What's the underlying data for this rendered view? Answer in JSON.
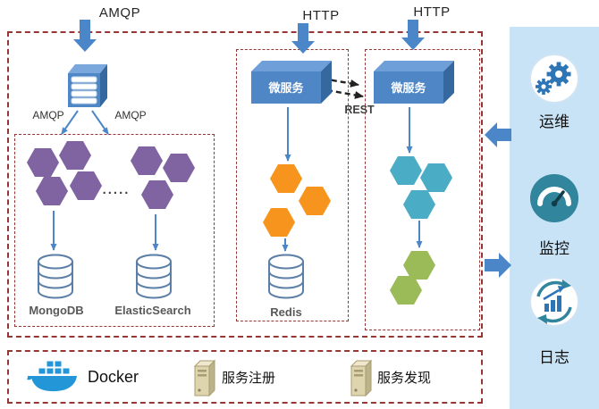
{
  "labels": {
    "amqp_top": "AMQP",
    "http_mid": "HTTP",
    "http_right": "HTTP",
    "amqp_left": "AMQP",
    "amqp_right": "AMQP",
    "rest": "REST",
    "dots": "....."
  },
  "services": {
    "middle": "微服务",
    "right": "微服务"
  },
  "databases": {
    "mongodb": "MongoDB",
    "elasticsearch": "ElasticSearch",
    "redis": "Redis"
  },
  "side_panel": {
    "ops": "运维",
    "monitor": "监控",
    "logs": "日志"
  },
  "legend": {
    "docker": "Docker",
    "service_registry": "服务注册",
    "service_discovery": "服务发现"
  },
  "icons": {
    "message_queue": "message-queue-icon",
    "database_cylinder": "database-cylinder-icon",
    "service_box_3d": "service-box-3d",
    "gears": "gears-icon",
    "gauge": "gauge-icon",
    "log_chart": "log-chart-icon",
    "docker_whale": "docker-whale-icon",
    "server_tower": "server-icon"
  },
  "colors": {
    "dashed_border": "#953735",
    "arrow_blue": "#4a86c8",
    "hex_purple": "#8064a2",
    "hex_orange": "#f7941d",
    "hex_teal": "#4bacc6",
    "hex_green": "#9bbb59",
    "service_box": "#4e86c6",
    "panel_bg": "#c9e3f6",
    "gear_blue": "#2e75b6",
    "gauge_teal": "#31859c",
    "docker_blue": "#2396d8",
    "cylinder_stroke": "#5b7fa6",
    "label_gray": "#595959"
  }
}
